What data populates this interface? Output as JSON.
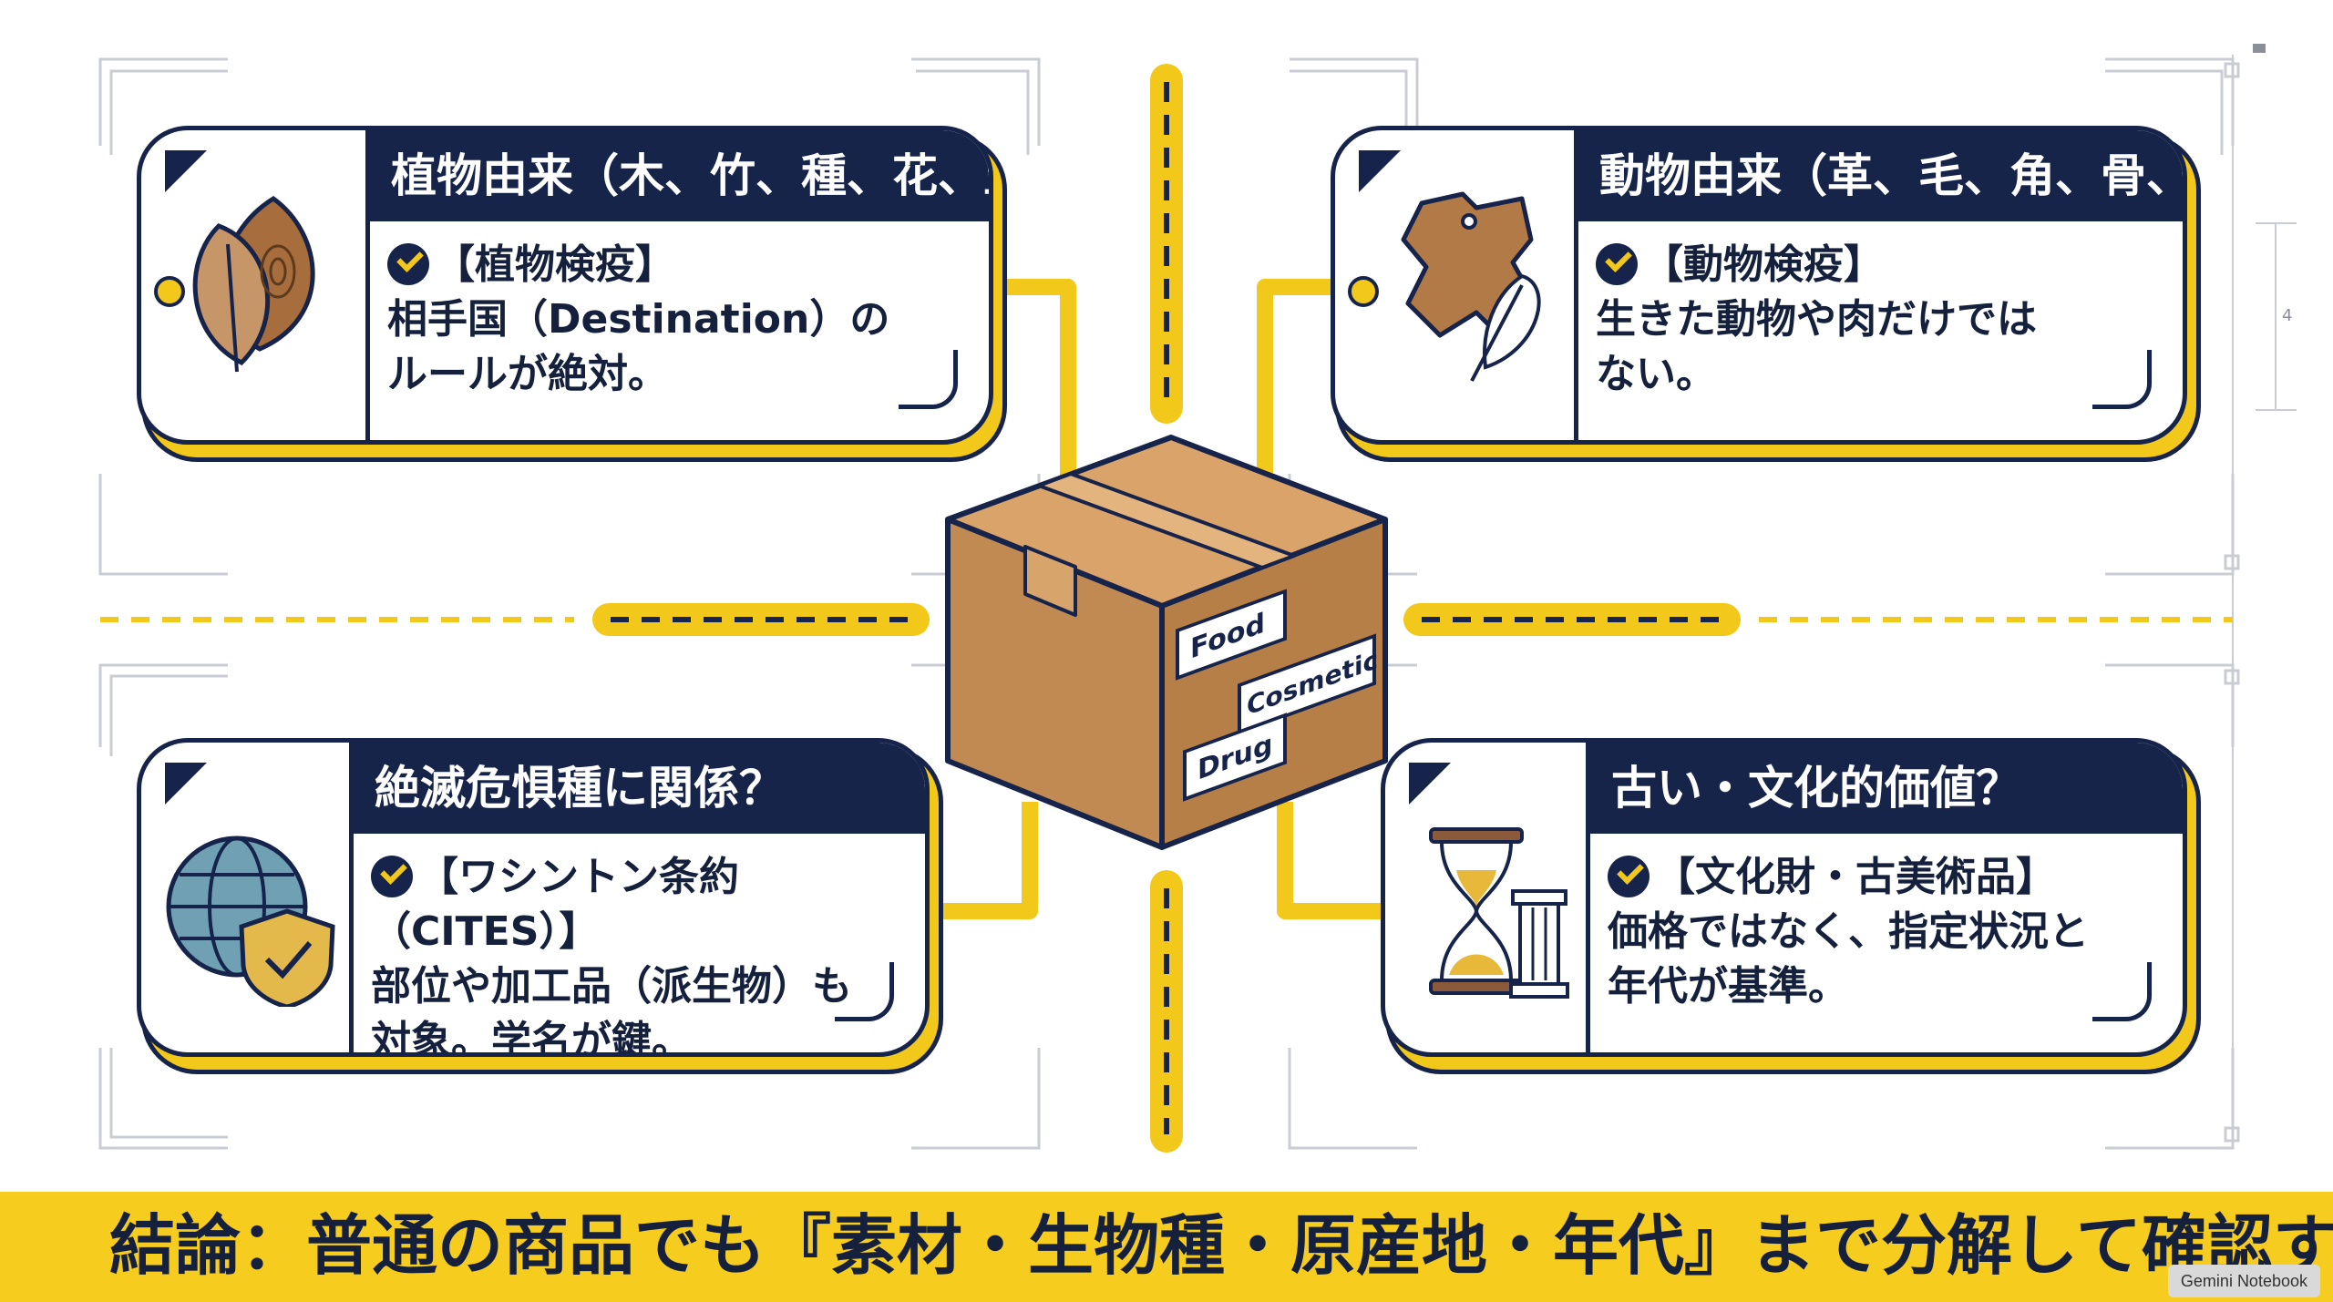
{
  "colors": {
    "navy": "#16234a",
    "yellow": "#f2c81a",
    "banner": "#f6cc1f",
    "box": "#c98f55",
    "frame": "#c9ccd2"
  },
  "cards": {
    "plant": {
      "title": "植物由来（木、竹、種、花、土）",
      "tag": "【植物検疫】",
      "lines": [
        "相手国（Destination）の",
        "ルールが絶対。"
      ],
      "icon": "wood-leaf-icon"
    },
    "animal": {
      "title": "動物由来（革、毛、角、骨、羽）",
      "tag": "【動物検疫】",
      "lines": [
        "生きた動物や肉だけでは",
        "ない。"
      ],
      "icon": "leather-feather-icon"
    },
    "endangered": {
      "title": "絶滅危惧種に関係？",
      "tag": "【ワシントン条約（CITES）】",
      "lines": [
        "部位や加工品（派生物）も",
        "対象。学名が鍵。"
      ],
      "icon": "globe-shield-icon"
    },
    "cultural": {
      "title": "古い・文化的価値？",
      "tag": "【文化財・古美術品】",
      "lines": [
        "価格ではなく、指定状況と",
        "年代が基準。"
      ],
      "icon": "hourglass-column-icon"
    }
  },
  "box": {
    "labels": [
      "Food",
      "Cosmetic",
      "Drug"
    ],
    "icon": "cardboard-box-icon"
  },
  "ruler_mark": "4",
  "banner": {
    "text": "結論：普通の商品でも『素材・生物種・原産地・年代』まで分解して確認する"
  },
  "watermark": "Gemini Notebook"
}
